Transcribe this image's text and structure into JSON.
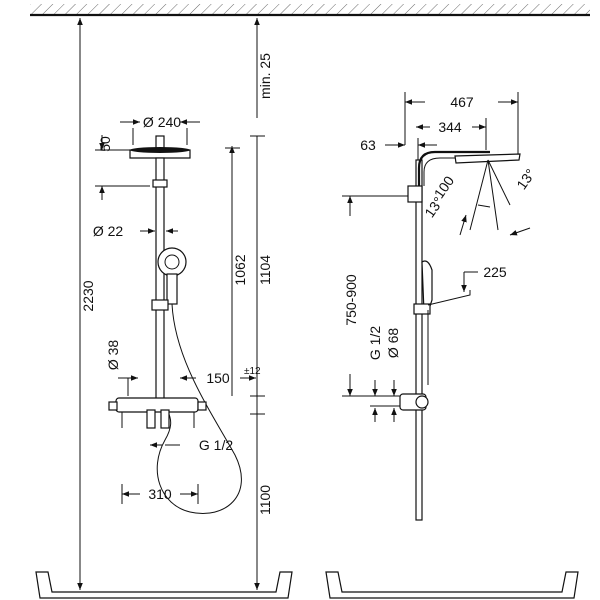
{
  "front_view": {
    "dim_head_diameter": "Ø 240",
    "dim_min_ceiling": "min. 25",
    "dim_head_height": "50",
    "dim_riser_diameter": "Ø 22",
    "dim_total_height": "2230",
    "dim_head_to_mixer": "1062",
    "dim_head_to_floor_offset": "1104",
    "dim_mixer_diameter": "Ø 38",
    "dim_mixer_depth": "150",
    "dim_tolerance": "±12",
    "dim_connection_front": "G 1/2",
    "dim_mixer_width": "310",
    "dim_mixer_height": "1100"
  },
  "side_view": {
    "dim_overall_depth": "467",
    "dim_arm_depth": "344",
    "dim_wall_offset": "63",
    "dim_head_tilt": "100",
    "dim_angle_left": "13°",
    "dim_angle_right": "13°",
    "dim_adjust_range": "750-900",
    "dim_connection_side": "G 1/2",
    "dim_side_diameter": "Ø 68",
    "dim_hand_shower": "225"
  }
}
